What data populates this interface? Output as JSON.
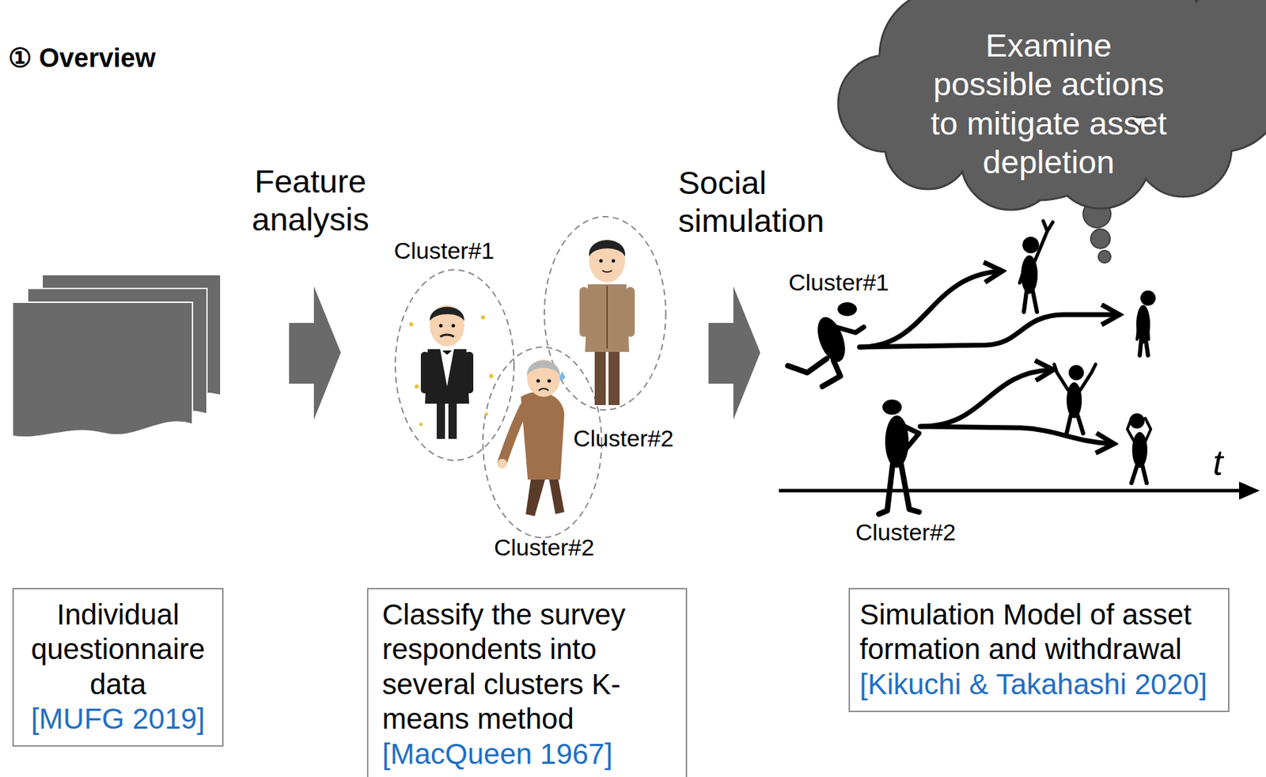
{
  "diagram": {
    "title": "① Overview",
    "nodes": [
      {
        "text": [
          "Examine possible actions to mitigate asset depletion"
        ]
      },
      {
        "text": [
          "Individual questionnaire data",
          "[MUFG 2019]"
        ]
      },
      {
        "text": [
          "Classify the survey respondents into several clusters K-means method",
          "[MacQueen 1967]"
        ]
      },
      {
        "text": [
          "Simulation Model of asset formation and withdrawal",
          "[Kikuchi & Takahashi 2020]"
        ]
      }
    ],
    "labels": [
      "Feature analysis",
      "Social simulation",
      "Cluster#1",
      "Cluster#2",
      "Cluster#2",
      "Cluster#1",
      "Cluster#2",
      "t"
    ]
  }
}
